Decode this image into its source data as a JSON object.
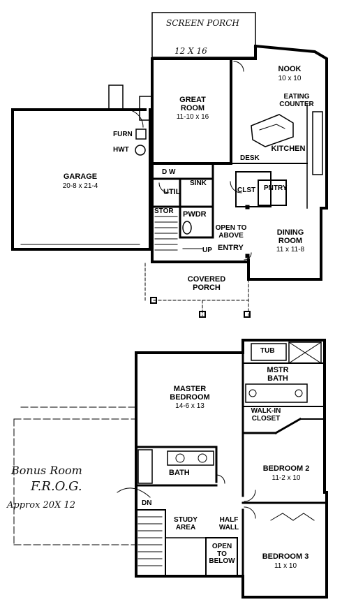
{
  "floor1": {
    "screen_porch": {
      "name": "SCREEN PORCH",
      "dims": "12 X 16"
    },
    "nook": {
      "name": "NOOK",
      "dims": "10 x 10"
    },
    "eating_counter": {
      "line1": "EATING",
      "line2": "COUNTER"
    },
    "great_room": {
      "line1": "GREAT",
      "line2": "ROOM",
      "dims": "11-10 x 16"
    },
    "kitchen": {
      "name": "KITCHEN"
    },
    "garage": {
      "name": "GARAGE",
      "dims": "20-8 x 21-4"
    },
    "furn": "FURN",
    "hwt": "HWT",
    "dw": "D W",
    "sink": "SINK",
    "util": "UTIL",
    "desk": "DESK",
    "clst": "CLST",
    "pntry": "PNTRY",
    "stor": "STOR",
    "pwdr": "PWDR",
    "open_above": {
      "line1": "OPEN TO",
      "line2": "ABOVE"
    },
    "up": "UP",
    "entry": "ENTRY",
    "dining_room": {
      "line1": "DINING",
      "line2": "ROOM",
      "dims": "11 x 11-8"
    },
    "covered_porch": {
      "line1": "COVERED",
      "line2": "PORCH"
    }
  },
  "floor2": {
    "tub": "TUB",
    "mstr_bath": {
      "line1": "MSTR",
      "line2": "BATH"
    },
    "master_bedroom": {
      "line1": "MASTER",
      "line2": "BEDROOM",
      "dims": "14-6 x 13"
    },
    "walk_in_closet": {
      "line1": "WALK-IN",
      "line2": "CLOSET"
    },
    "bath": "BATH",
    "bedroom2": {
      "name": "BEDROOM 2",
      "dims": "11-2 x 10"
    },
    "dn": "DN",
    "study_area": {
      "line1": "STUDY",
      "line2": "AREA"
    },
    "half_wall": {
      "line1": "HALF",
      "line2": "WALL"
    },
    "open_below": {
      "line1": "OPEN",
      "line2": "TO",
      "line3": "BELOW"
    },
    "bedroom3": {
      "name": "BEDROOM 3",
      "dims": "11 x 10"
    },
    "bonus_room": {
      "line1": "Bonus Room",
      "line2": "F.R.O.G.",
      "line3": "Approx 20X 12"
    }
  }
}
